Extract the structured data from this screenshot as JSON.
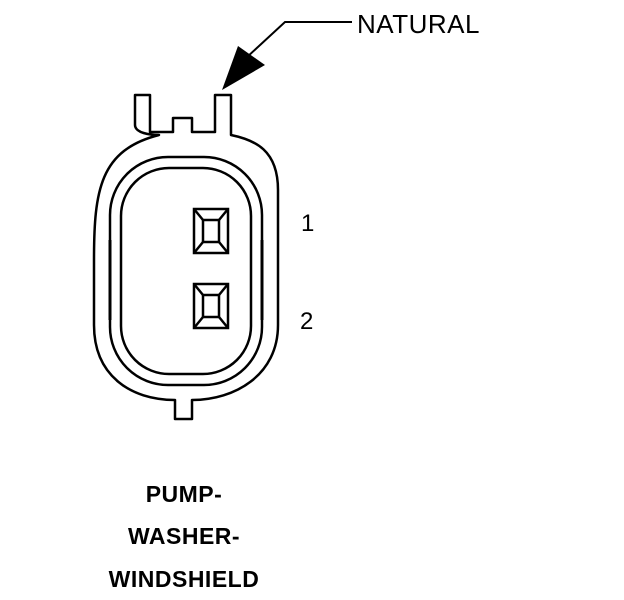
{
  "callout": {
    "label": "NATURAL"
  },
  "pins": [
    {
      "number": "1"
    },
    {
      "number": "2"
    }
  ],
  "connector_name": [
    "PUMP-",
    "WASHER-",
    "WINDSHIELD"
  ],
  "colors": {
    "line": "#000000",
    "background": "#ffffff"
  }
}
